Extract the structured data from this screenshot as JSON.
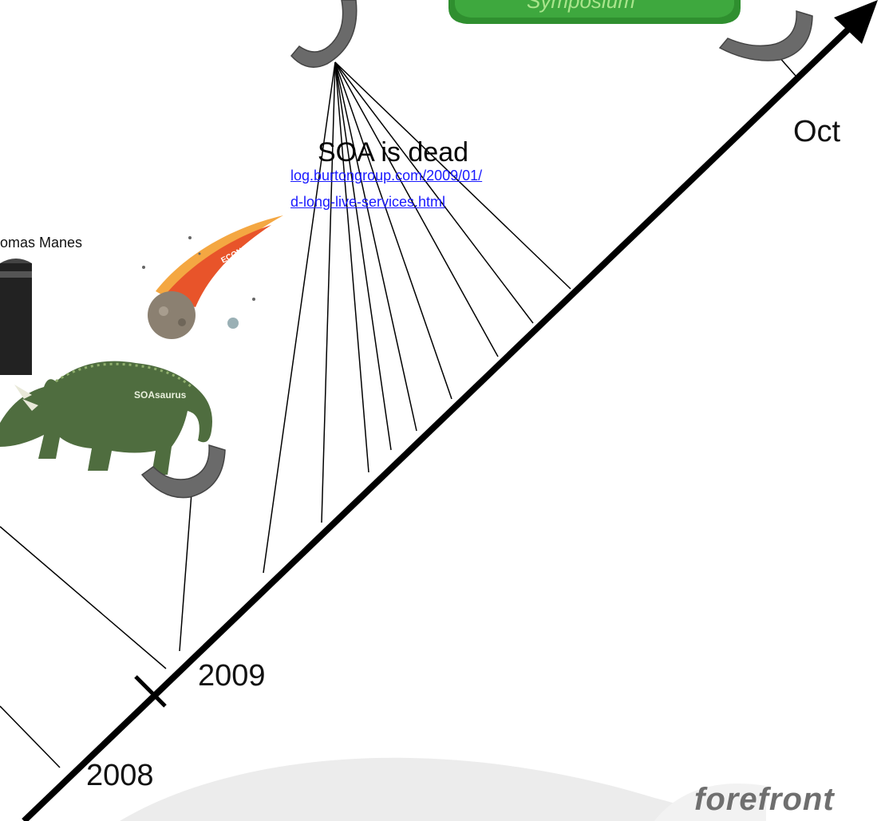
{
  "headline": {
    "title": "SOA is dead",
    "link_line1": "log.burtongroup.com/2009/01/",
    "link_line2": "d-long-live-services.html",
    "author": "omas Manes"
  },
  "timeline": {
    "labels": [
      "2008",
      "2009",
      "Oct"
    ]
  },
  "illustrations": {
    "meteor_label": "ECONOMY",
    "dinosaur_label": "SOAsaurus"
  },
  "branding": {
    "logo_text": "forefront",
    "badge_text": "Symposium"
  },
  "colors": {
    "axis": "#000000",
    "bracket": "#6a6a6a",
    "link": "#1a1aff",
    "badge": "#2f8f2f",
    "dinosaur": "#4f6d3f",
    "meteor_fire": "#e8542a"
  }
}
